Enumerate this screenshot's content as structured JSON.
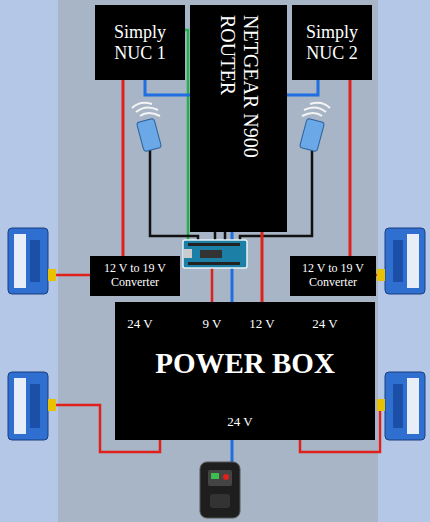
{
  "diagram": {
    "nodes": [
      {
        "text": [
          "Simply NUC 1"
        ]
      },
      {
        "text": [
          "NETGEAR N900 ROUTER"
        ]
      },
      {
        "text": [
          "Simply NUC 2"
        ]
      },
      {
        "text": [
          "12 V to 19 V Converter"
        ]
      },
      {
        "text": [
          "12 V to 19 V Converter"
        ]
      },
      {
        "text": [
          "24 V",
          "9 V",
          "12 V",
          "24 V",
          "POWER BOX",
          "24 V"
        ]
      }
    ],
    "edges": [
      {
        "from": 0,
        "to": 3,
        "arrow": "none"
      },
      {
        "from": 0,
        "to": 1,
        "arrow": "none"
      },
      {
        "from": 2,
        "to": 1,
        "arrow": "none"
      },
      {
        "from": 2,
        "to": 4,
        "arrow": "none"
      },
      {
        "from": 5,
        "to": 1,
        "arrow": "none"
      }
    ]
  }
}
